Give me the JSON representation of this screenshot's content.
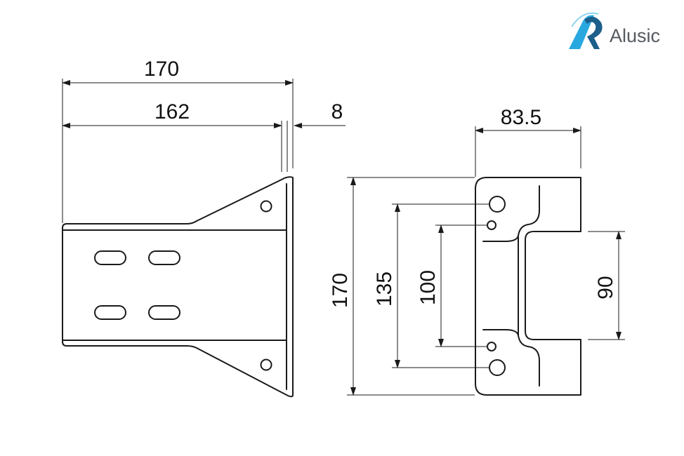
{
  "brand": {
    "name": "Alusic",
    "logo_colors": [
      "#29a8e0",
      "#1c5f8a"
    ],
    "text_color": "#555a60"
  },
  "side_view": {
    "dim_overall": "170",
    "dim_inner": "162",
    "dim_thickness": "8"
  },
  "front_view": {
    "dim_width": "83.5",
    "dim_height": "170",
    "dim_outer_holes": "135",
    "dim_inner_holes": "100",
    "dim_channel": "90"
  },
  "colors": {
    "line": "#1a1a1a",
    "background": "#ffffff"
  }
}
